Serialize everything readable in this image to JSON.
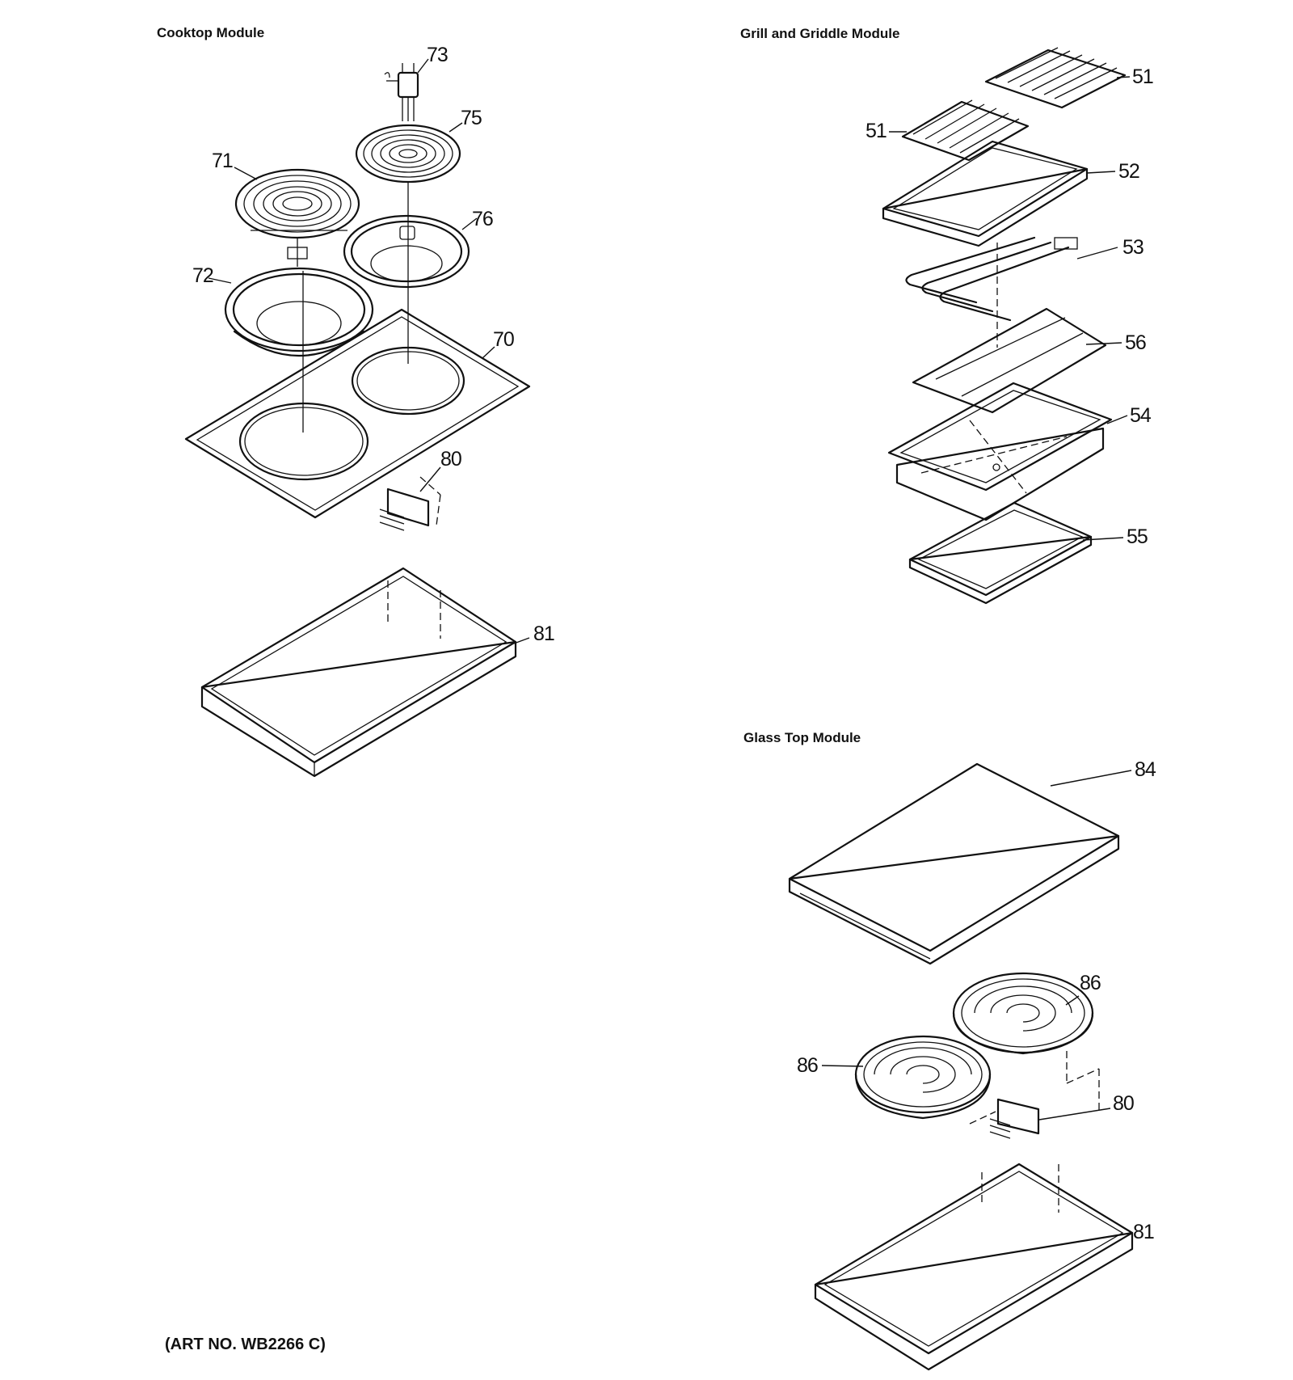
{
  "modules": {
    "cooktop": {
      "title": "Cooktop Module"
    },
    "grill": {
      "title": "Grill and Griddle Module"
    },
    "glass": {
      "title": "Glass Top Module"
    }
  },
  "art_number": "(ART NO. WB2266 C)",
  "callouts": {
    "c73": "73",
    "c75": "75",
    "c71": "71",
    "c76": "76",
    "c72": "72",
    "c70": "70",
    "c80a": "80",
    "c81a": "81",
    "c51a": "51",
    "c51b": "51",
    "c52": "52",
    "c53": "53",
    "c56": "56",
    "c54": "54",
    "c55": "55",
    "c84": "84",
    "c86a": "86",
    "c86b": "86",
    "c80b": "80",
    "c81b": "81"
  }
}
